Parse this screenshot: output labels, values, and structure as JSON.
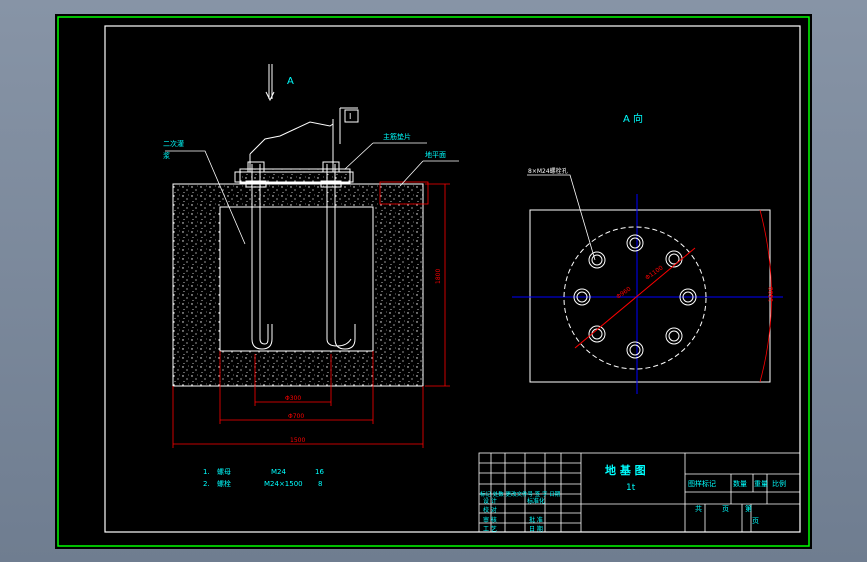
{
  "colors": {
    "background": "#000000",
    "frame": "#00ff00",
    "line": "#ffffff",
    "dimension": "#ff0000",
    "centerline": "#0000ff",
    "label": "#00ffff",
    "hatch": "#ffffff"
  },
  "drawing": {
    "view_label": "A",
    "view_label_2": "A 向",
    "section_mark": "I",
    "callouts": {
      "left_top": "二次灌",
      "left_bottom": "浆",
      "anchor_bolt": "主筋垫片",
      "level": "地平面",
      "bolt_circle": "8×M24螺栓孔"
    },
    "dimensions": {
      "inner_width": "Φ300",
      "mid_width": "Φ700",
      "total_width": "1500",
      "height": "1800",
      "radius_1": "Φ960",
      "radius_2": "Φ1100",
      "right_height": "1500"
    }
  },
  "parts_list": {
    "rows": [
      {
        "index": "1.",
        "name": "螺母",
        "spec": "M24",
        "qty": "16"
      },
      {
        "index": "2.",
        "name": "螺栓",
        "spec": "M24×1500",
        "qty": "8"
      }
    ]
  },
  "title_block": {
    "title": "地 基 图",
    "subtitle": "1t",
    "left_header": "标记 处数 更改文件号 签 字 日期",
    "left_rows": [
      {
        "a": "设 计",
        "b": "标准化"
      },
      {
        "a": "校 对",
        "b": ""
      },
      {
        "a": "审 核",
        "b": "批 准"
      },
      {
        "a": "工 艺",
        "b": "日 期"
      }
    ],
    "right_header": [
      "图样标记",
      "数量",
      "重量",
      "比例"
    ],
    "right_bottom": [
      "共",
      "页",
      "第",
      "页"
    ]
  }
}
